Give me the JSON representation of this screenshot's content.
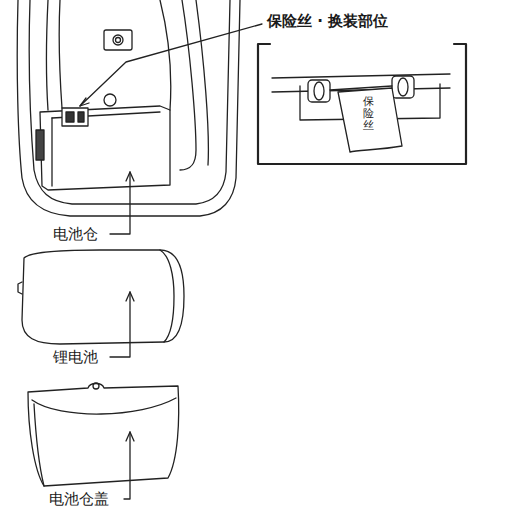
{
  "diagram": {
    "labels": [
      "保险丝 · 换装部位",
      "保险丝",
      "电池仓",
      "锂电池",
      "电池仓盖"
    ]
  }
}
